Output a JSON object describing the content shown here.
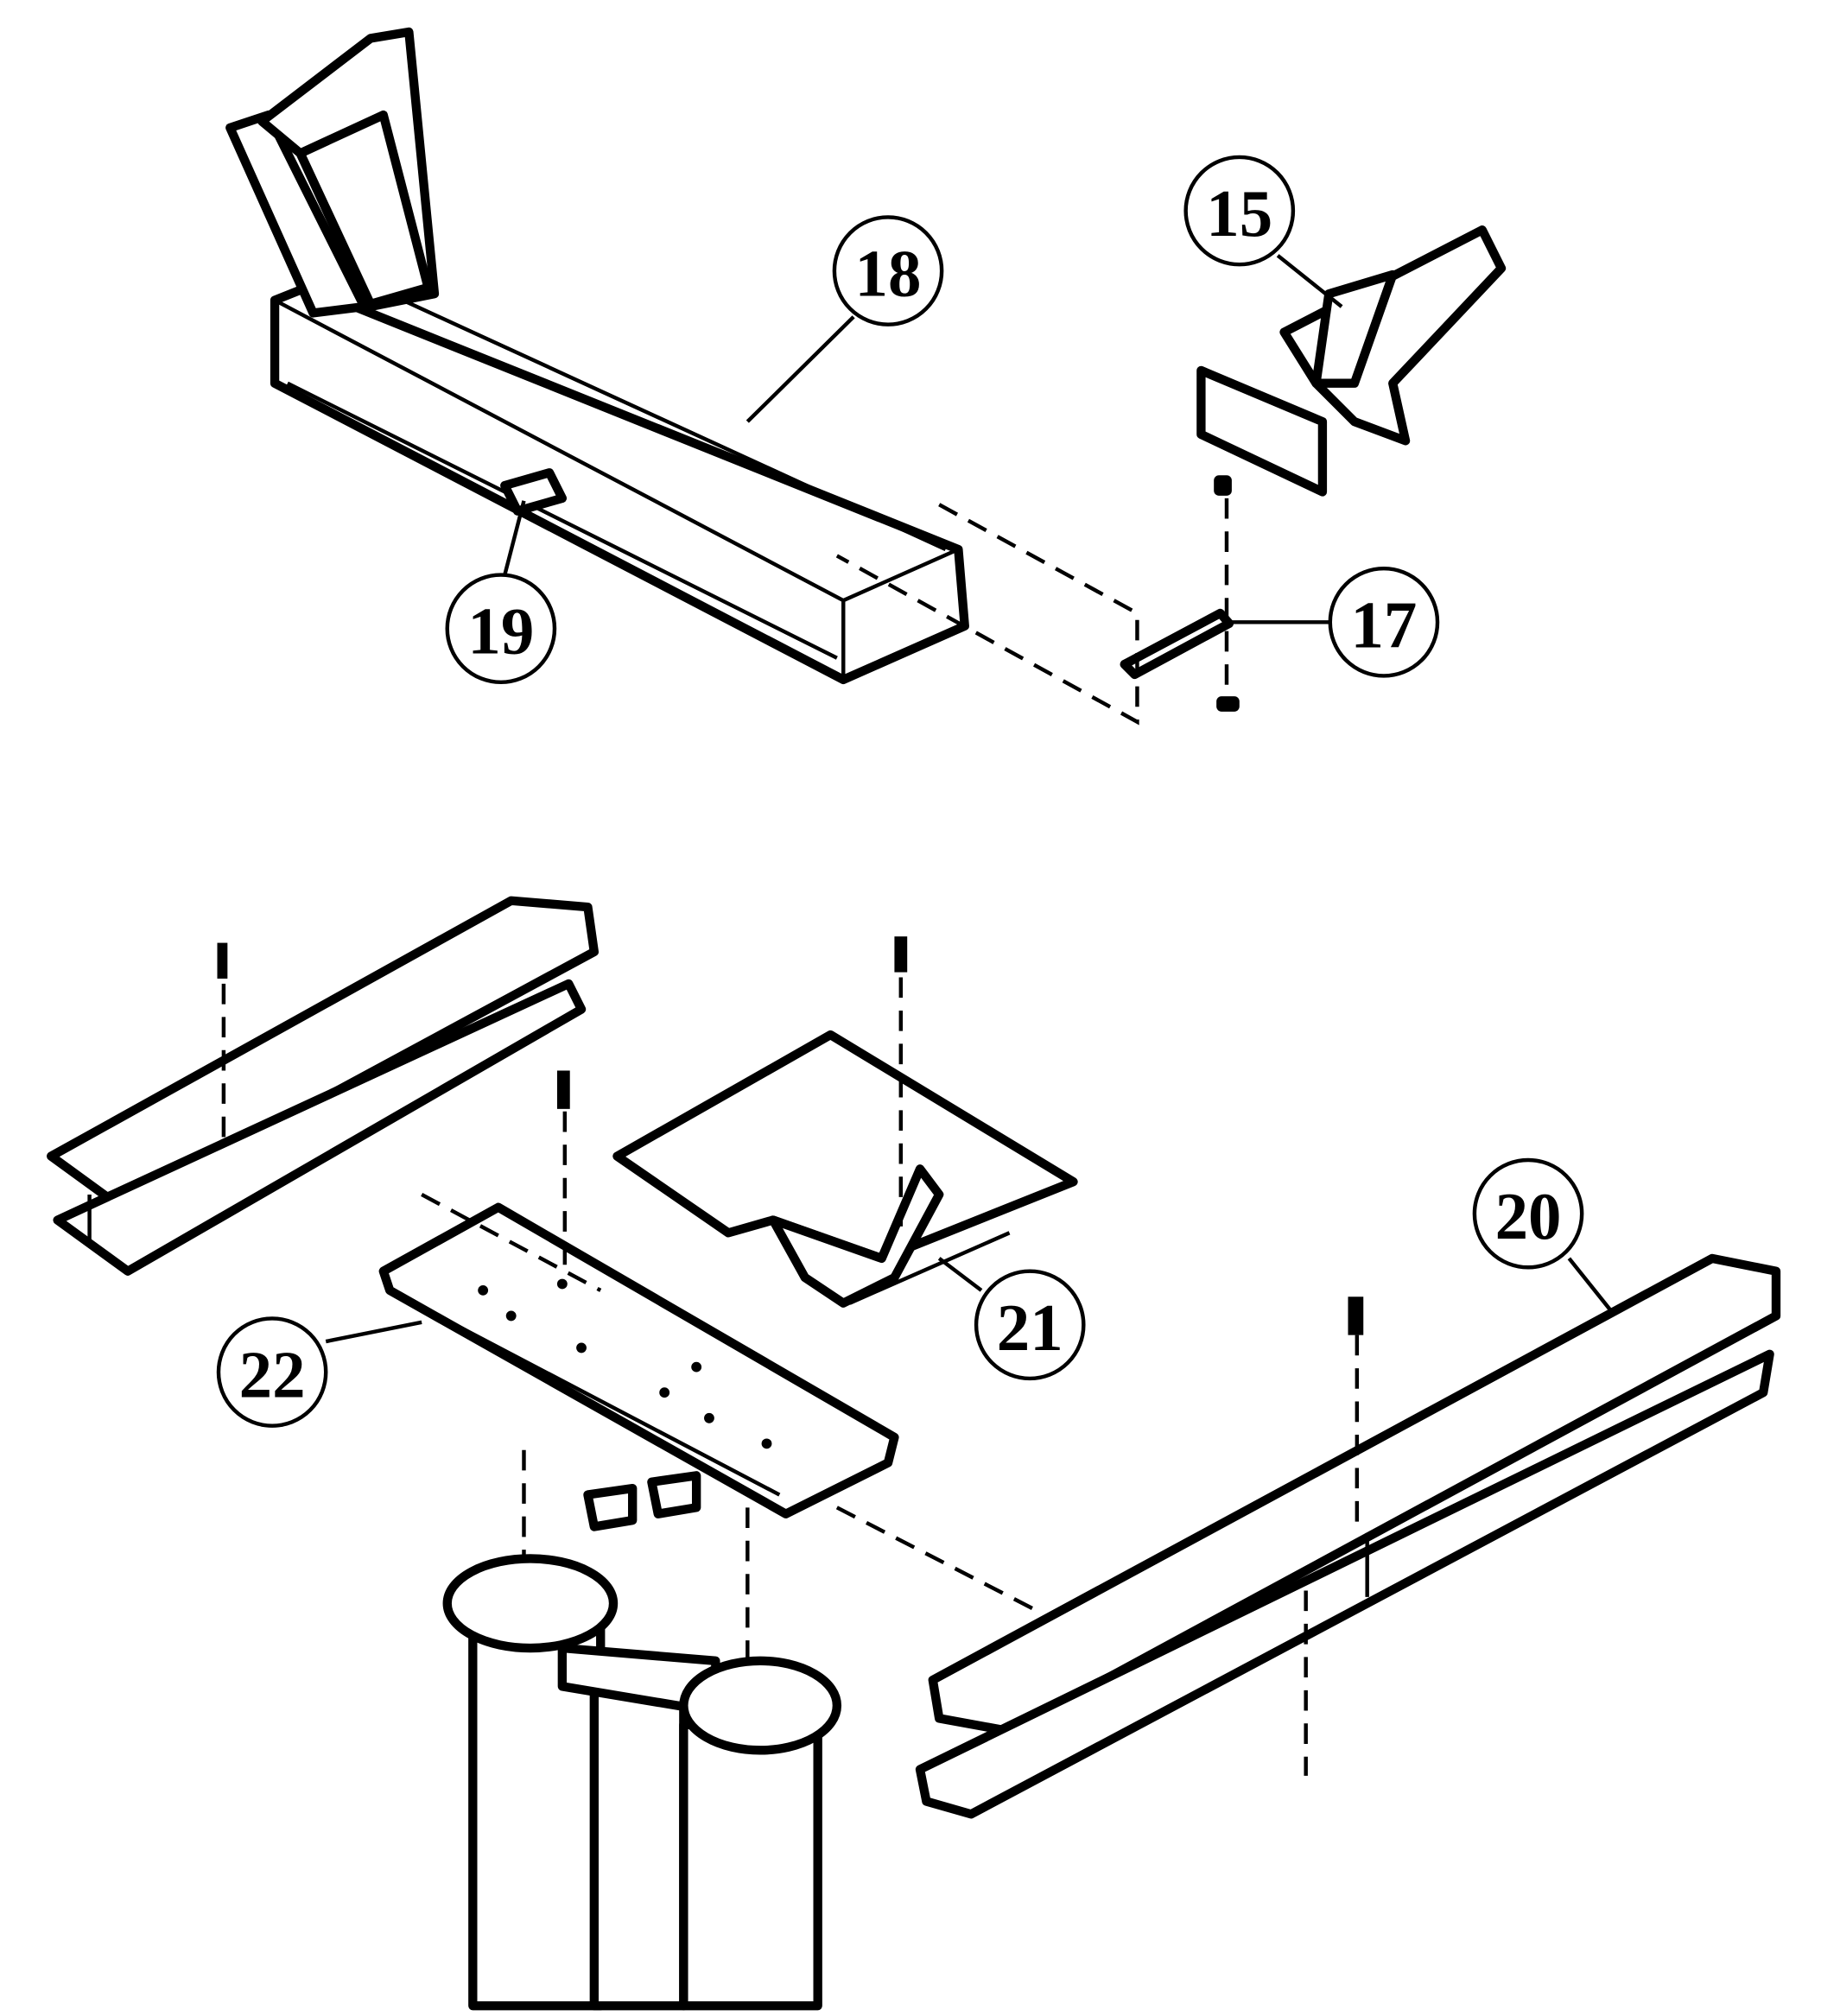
{
  "diagram": {
    "type": "exploded-parts-view",
    "callouts": [
      {
        "id": "c15",
        "label": "15"
      },
      {
        "id": "c17",
        "label": "17"
      },
      {
        "id": "c18",
        "label": "18"
      },
      {
        "id": "c19",
        "label": "19"
      },
      {
        "id": "c20",
        "label": "20"
      },
      {
        "id": "c21",
        "label": "21"
      },
      {
        "id": "c22",
        "label": "22"
      }
    ]
  }
}
